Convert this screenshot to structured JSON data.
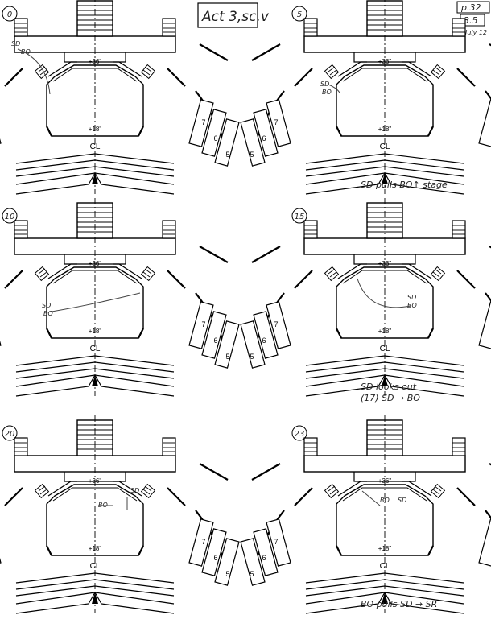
{
  "header": {
    "title": "Act 3,sc.v",
    "page_ref": "p.32",
    "sub_ref": "3.5",
    "date": "July 12"
  },
  "stage_labels": {
    "upper": "+36\"",
    "lower": "+18\"",
    "centerline": "CL",
    "seat_sections": [
      "5",
      "6",
      "7"
    ]
  },
  "panels": [
    {
      "cue": "0",
      "notes": [],
      "marks": [
        {
          "text": "SD",
          "pos": "tl"
        },
        {
          "text": "BO",
          "pos": "tl2"
        }
      ]
    },
    {
      "cue": "5",
      "notes": [
        "SD pulls BO↑ stage"
      ],
      "marks": [
        {
          "text": "SD",
          "pos": "l"
        },
        {
          "text": "BO",
          "pos": "l2"
        }
      ]
    },
    {
      "cue": "10",
      "notes": [],
      "marks": [
        {
          "text": "SD",
          "pos": "ll"
        },
        {
          "text": "BO",
          "pos": "ll2"
        }
      ]
    },
    {
      "cue": "15",
      "notes": [
        "SD looks out",
        "(17) SD → BO"
      ],
      "marks": [
        {
          "text": "SD",
          "pos": "r"
        },
        {
          "text": "BO",
          "pos": "r2"
        }
      ]
    },
    {
      "cue": "20",
      "notes": [],
      "marks": [
        {
          "text": "SD",
          "pos": "c"
        },
        {
          "text": "BO",
          "pos": "c2"
        }
      ]
    },
    {
      "cue": "23",
      "notes": [
        "BO pulls SD → SR"
      ],
      "marks": [
        {
          "text": "BO",
          "pos": "m"
        },
        {
          "text": "SD",
          "pos": "m2"
        }
      ]
    }
  ]
}
